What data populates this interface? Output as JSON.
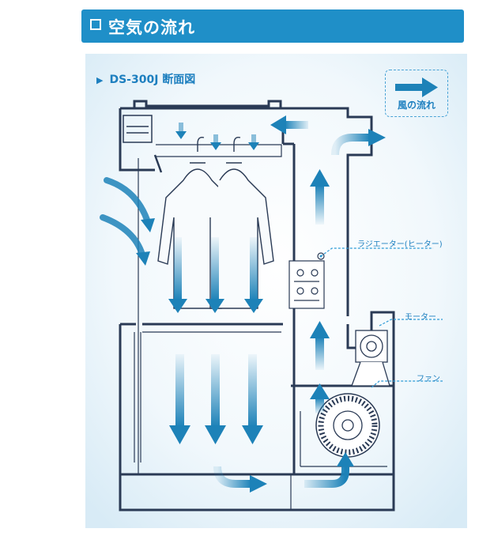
{
  "header": {
    "title": "空気の流れ"
  },
  "diagram": {
    "subtitle_marker": "▶",
    "subtitle": "DS-300J 断面図",
    "legend": {
      "label": "風の流れ"
    },
    "labels": {
      "radiator": "ラジエーター(ヒーター)",
      "motor": "モーター",
      "fan": "ファン"
    },
    "colors": {
      "accent": "#1f8fc8",
      "arrow": "#1d82b8",
      "outline": "#2a3a55",
      "background_tint": "#eaf4fb"
    }
  }
}
